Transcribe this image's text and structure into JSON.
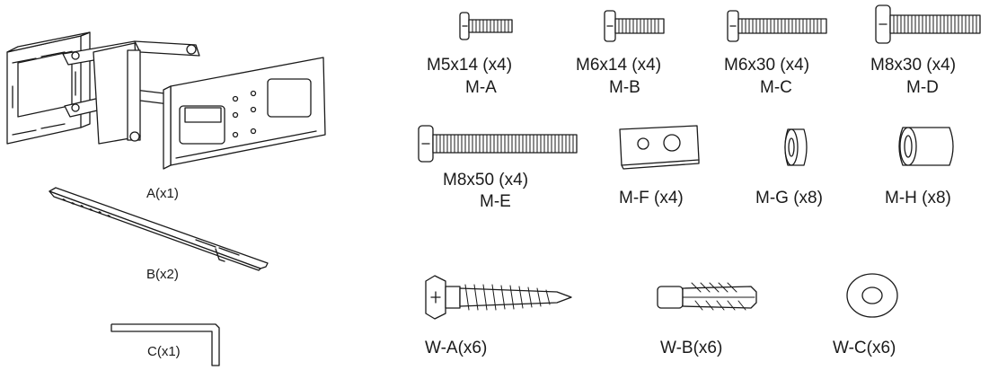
{
  "parts": {
    "a": {
      "label": "A(x1)"
    },
    "b": {
      "label": "B(x2)"
    },
    "c": {
      "label": "C(x1)"
    },
    "m_a": {
      "spec": "M5x14 (x4)",
      "code": "M-A"
    },
    "m_b": {
      "spec": "M6x14 (x4)",
      "code": "M-B"
    },
    "m_c": {
      "spec": "M6x30 (x4)",
      "code": "M-C"
    },
    "m_d": {
      "spec": "M8x30 (x4)",
      "code": "M-D"
    },
    "m_e": {
      "spec": "M8x50 (x4)",
      "code": "M-E"
    },
    "m_f": {
      "label": "M-F (x4)"
    },
    "m_g": {
      "label": "M-G (x8)"
    },
    "m_h": {
      "label": "M-H (x8)"
    },
    "w_a": {
      "label": "W-A(x6)"
    },
    "w_b": {
      "label": "W-B(x6)"
    },
    "w_c": {
      "label": "W-C(x6)"
    }
  },
  "icons": [
    "tv-wall-mount-icon",
    "mounting-bracket-icon",
    "allen-key-icon",
    "screw-icon",
    "spacer-plate-icon",
    "spacer-icon",
    "lag-bolt-icon",
    "wall-anchor-icon",
    "washer-icon"
  ]
}
